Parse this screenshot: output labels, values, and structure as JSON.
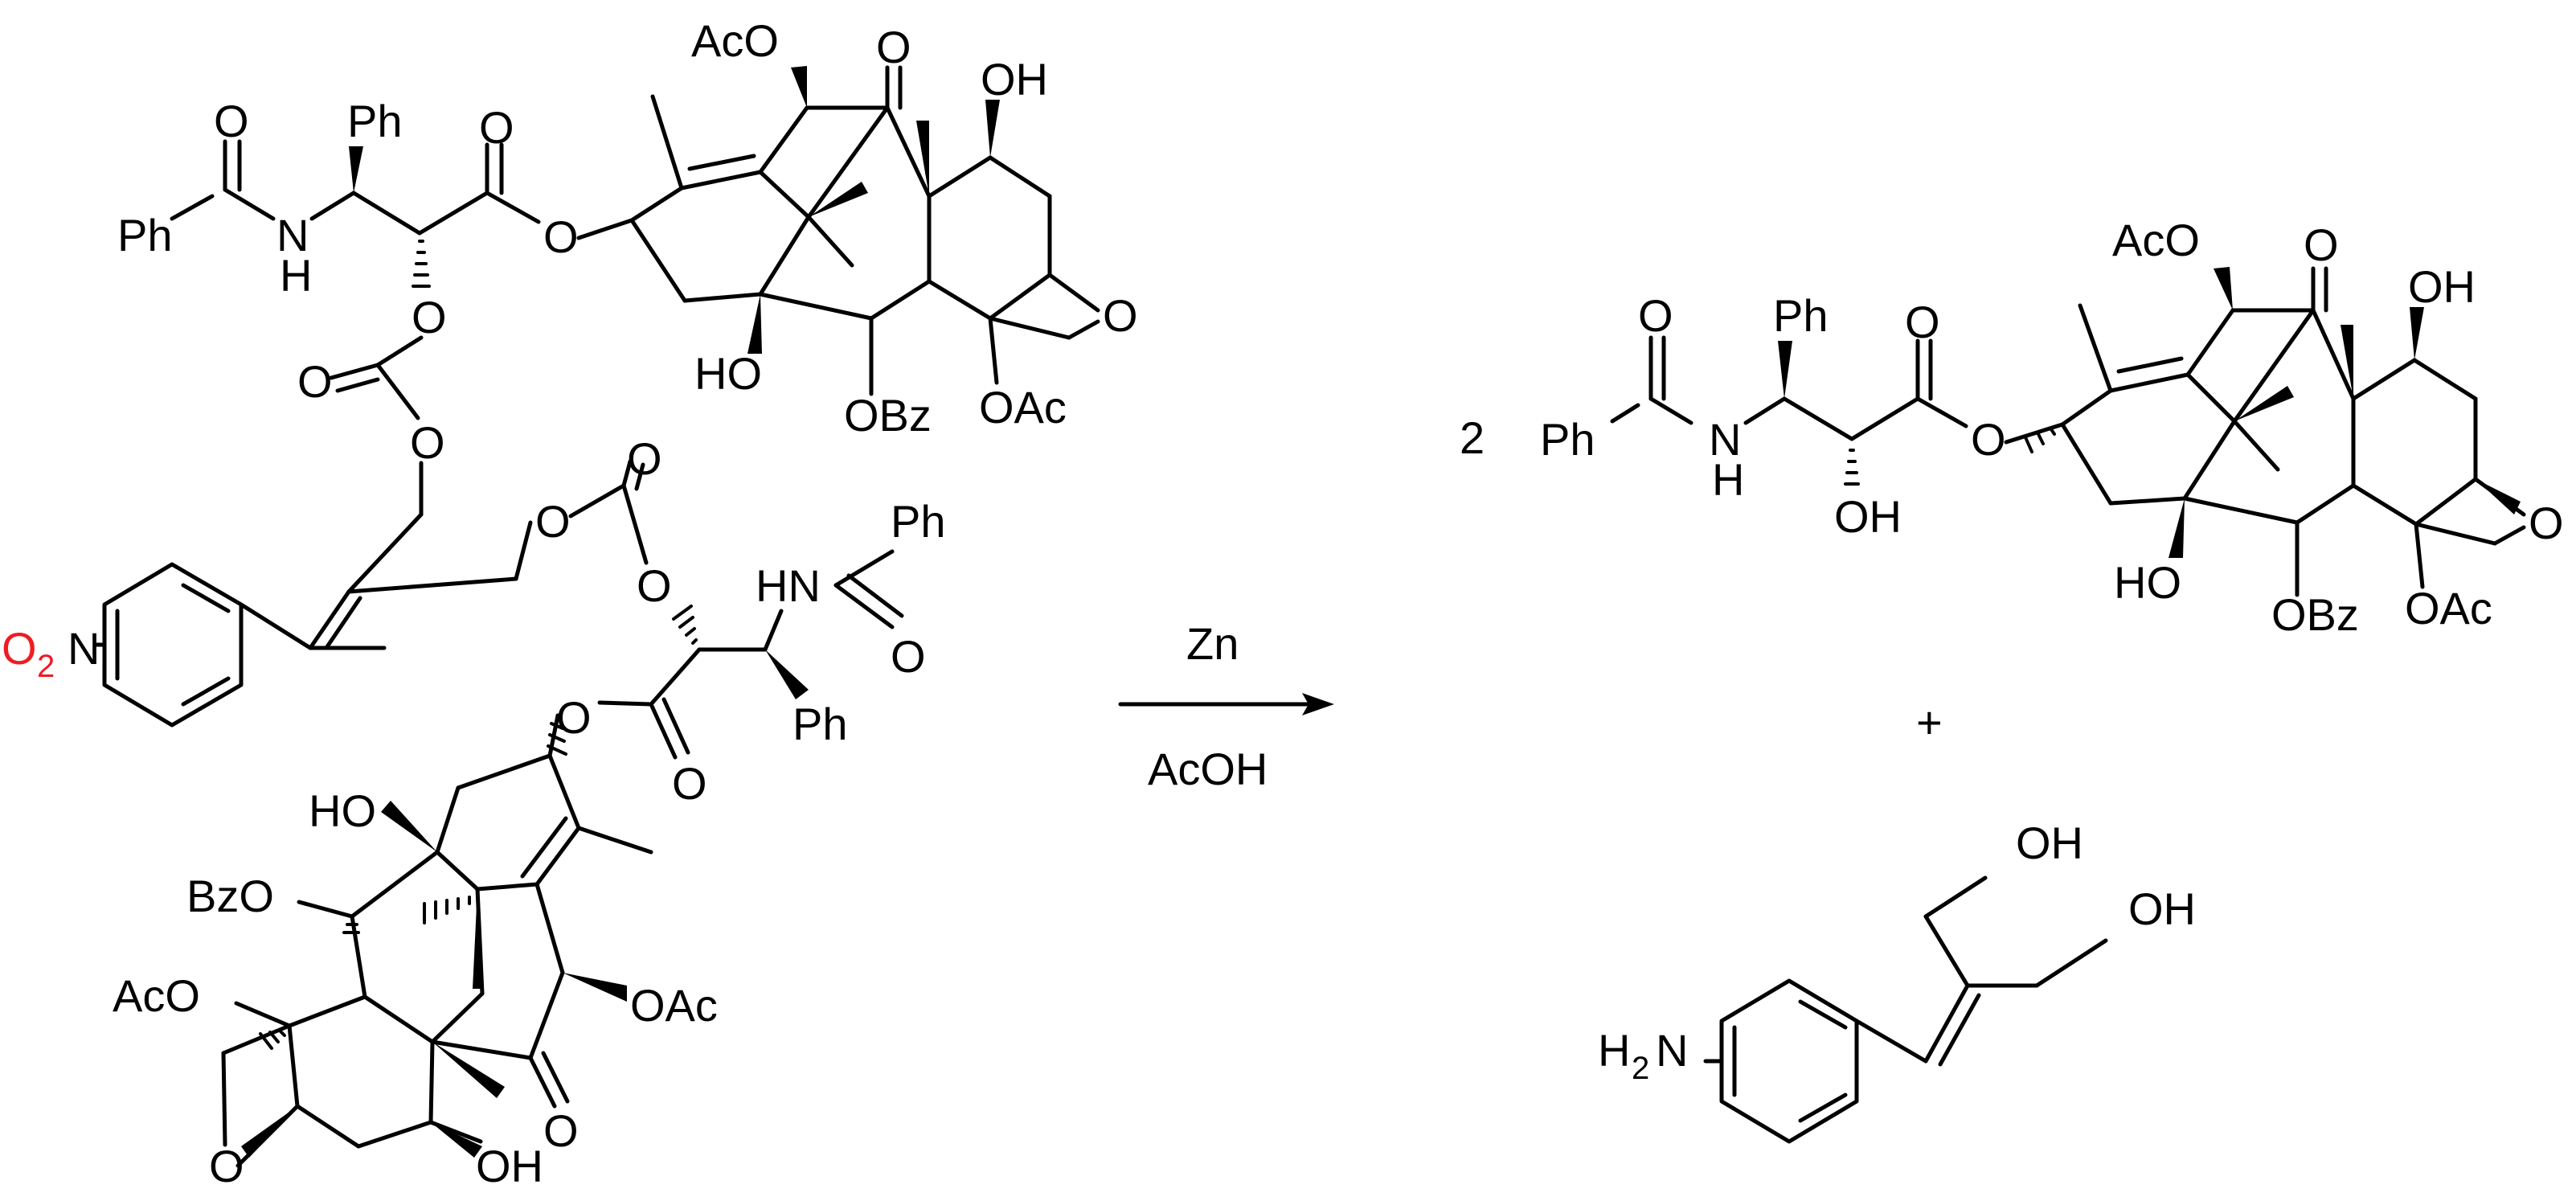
{
  "colors": {
    "ink": "#000000",
    "nitro": "#ee1c24"
  },
  "reactant": {
    "top_labels": {
      "aco_top": "AcO",
      "o_ketone": "O",
      "oh_top": "OH",
      "ph_top": "Ph",
      "o_amide": "O",
      "o_ester": "O",
      "ph_benzoyl": "Ph",
      "n": "N",
      "h": "H",
      "o_link": "O",
      "o_ether_ring": "O",
      "ho_quat": "HO",
      "obz": "OBz",
      "oac": "OAc",
      "o_carb1": "O",
      "o_carb_eq": "O",
      "o_carb2": "O"
    },
    "linker_labels": {
      "nitro": "O",
      "nitro_sub": "2",
      "nitro_n": "N",
      "o_carb3": "O",
      "o_carb3_eq": "O",
      "o_carb4": "O"
    },
    "bottom_labels": {
      "hn": "HN",
      "ph_benzoyl": "Ph",
      "o_amide": "O",
      "ph_bottom": "Ph",
      "o_link": "O",
      "o_ester": "O",
      "ho_quat": "HO",
      "bzo": "BzO",
      "aco_left": "AcO",
      "oac_right": "OAc",
      "o_ketone": "O",
      "o_ether_ring": "O",
      "oh_bottom": "OH"
    }
  },
  "reaction": {
    "reagent_top": "Zn",
    "reagent_bottom": "AcOH"
  },
  "product1": {
    "coefficient": "2",
    "labels": {
      "aco": "AcO",
      "o_ketone": "O",
      "oh_top": "OH",
      "o_amide": "O",
      "ph_side": "Ph",
      "o_ester": "O",
      "ph_benzoyl": "Ph",
      "n": "N",
      "h": "H",
      "o_link": "O",
      "oh_side": "OH",
      "o_ether_ring": "O",
      "ho_quat": "HO",
      "obz": "OBz",
      "oac": "OAc"
    }
  },
  "plus": "+",
  "product2": {
    "labels": {
      "oh_upper": "OH",
      "oh_right": "OH",
      "h2n_h": "H",
      "h2n_sub": "2",
      "h2n_n": "N"
    }
  }
}
